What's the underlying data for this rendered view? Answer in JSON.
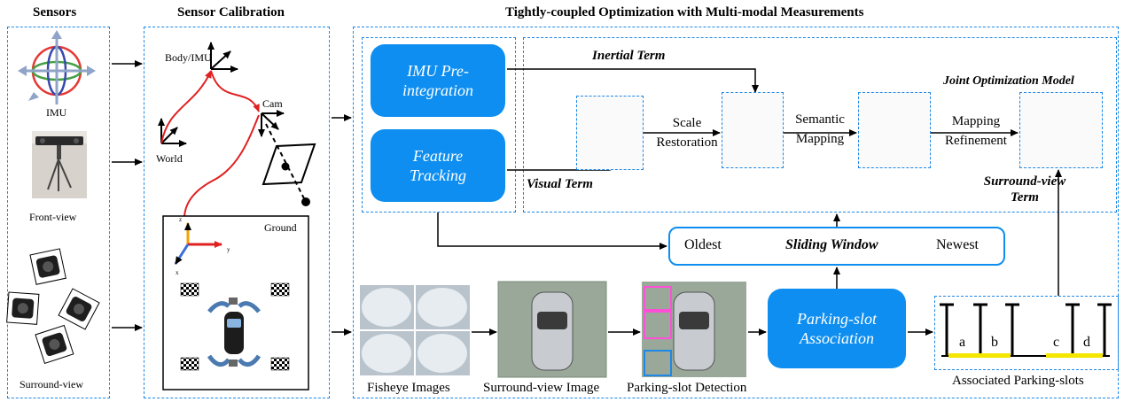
{
  "sections": {
    "sensors": "Sensors",
    "calibration": "Sensor Calibration",
    "optimization": "Tightly-coupled Optimization with Multi-modal Measurements"
  },
  "sensors": {
    "imu": "IMU",
    "front": "Front-view",
    "surround": "Surround-view"
  },
  "calibration": {
    "body": "Body/IMU",
    "cam": "Cam",
    "world": "World",
    "ground": "Ground",
    "axis_z": "z",
    "axis_y": "y",
    "axis_x": "x"
  },
  "optimization": {
    "imu_preint": "IMU Pre-integration",
    "feature_tracking": "Feature Tracking",
    "inertial_term": "Inertial Term",
    "visual_term": "Visual Term",
    "joint_model": "Joint Optimization Model",
    "scale_restoration": "Scale Restoration",
    "semantic_mapping": "Semantic Mapping",
    "mapping_refinement": "Mapping Refinement",
    "surround_term": "Surround-view Term",
    "oldest": "Oldest",
    "sliding_window": "Sliding Window",
    "newest": "Newest",
    "fisheye": "Fisheye Images",
    "surround_image": "Surround-view Image",
    "ps_detection": "Parking-slot Detection",
    "ps_association": "Parking-slot Association",
    "associated": "Associated Parking-slots",
    "slot_a": "a",
    "slot_b": "b",
    "slot_c": "c",
    "slot_d": "d"
  },
  "colors": {
    "accent_blue": "#0d8ef0",
    "dash_blue": "#1e88e5",
    "trajectory_red": "#e02020",
    "slot_yellow": "#f5e600"
  }
}
